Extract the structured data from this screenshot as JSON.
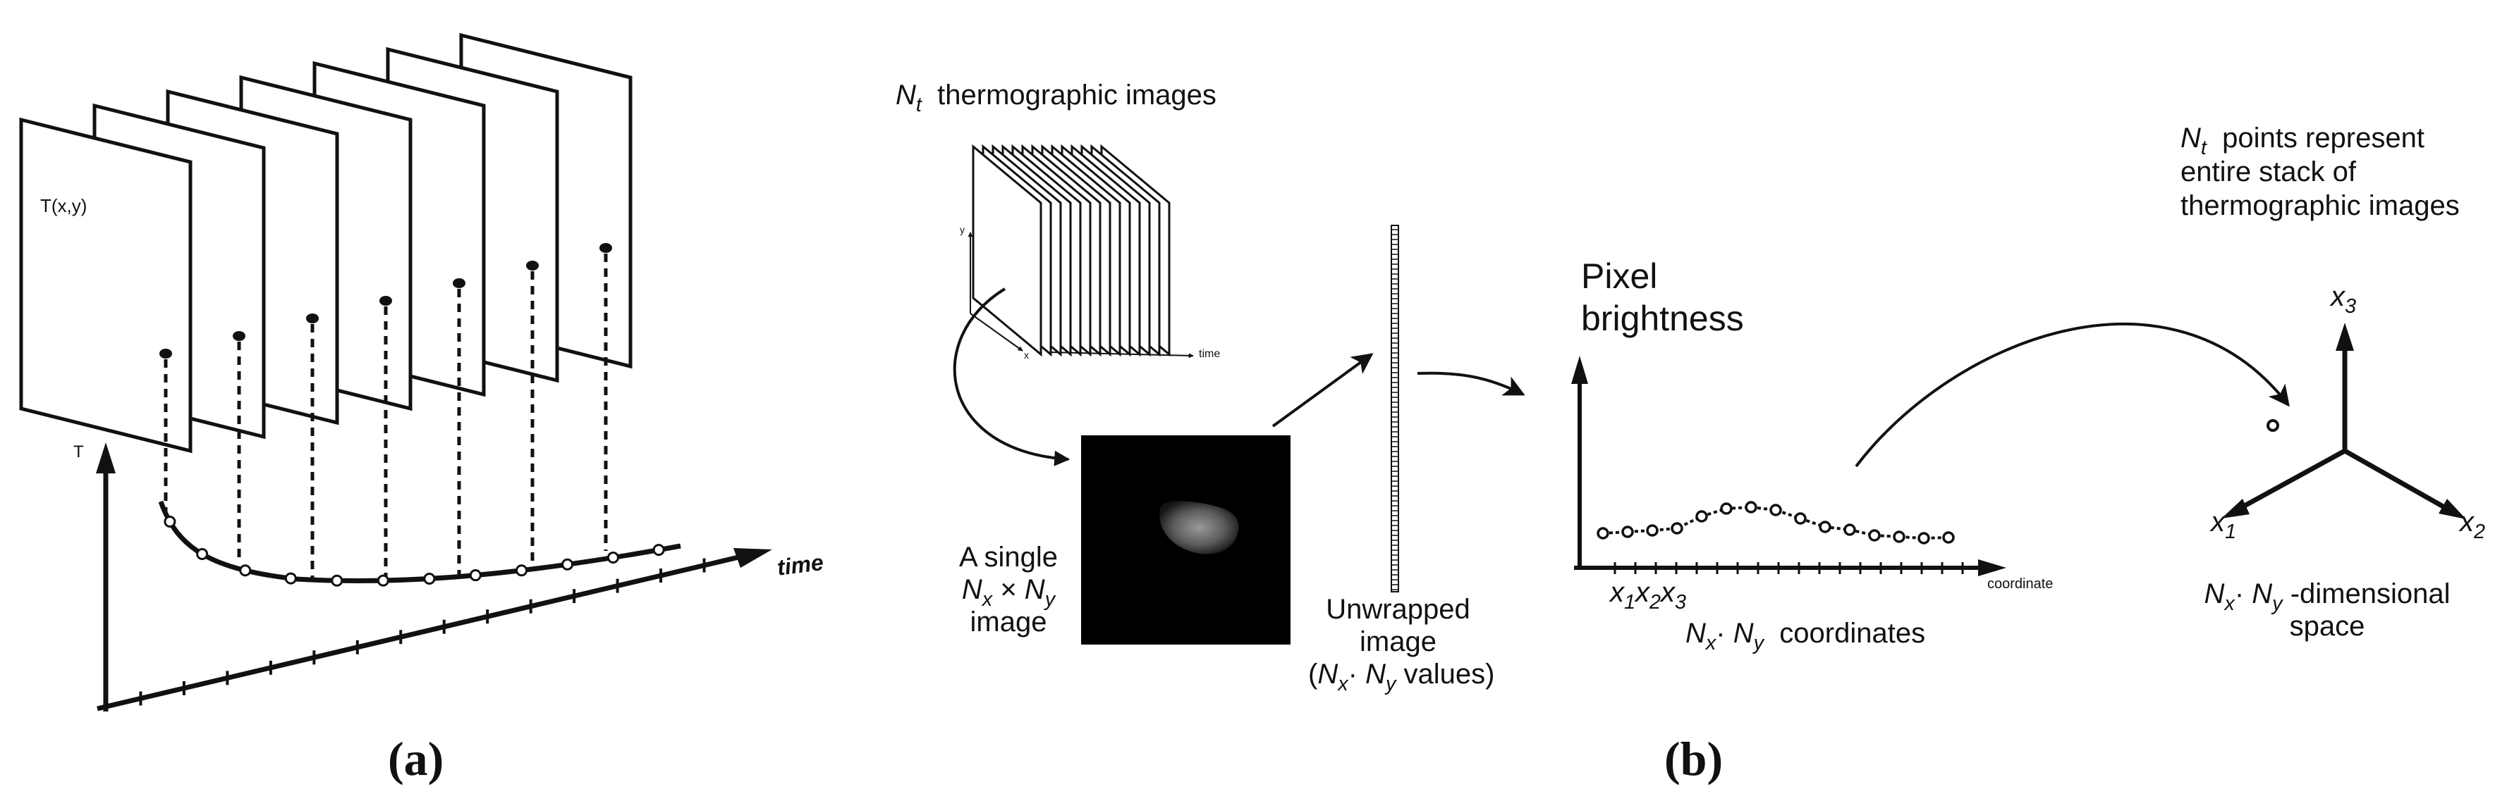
{
  "panel_a": {
    "caption": "(a)",
    "frame_label": "T(x,y)",
    "axis_t_label": "T",
    "axis_time_label": "time",
    "frame_count": 7,
    "curve_point_count": 12
  },
  "panel_b": {
    "caption": "(b)",
    "stack": {
      "title_sym": "N",
      "title_sub": "t",
      "title_rest": "thermographic images",
      "axis_y": "y",
      "axis_x": "x",
      "axis_time": "time",
      "slice_count": 14
    },
    "single_image": {
      "line1": "A single",
      "sym_a": "N",
      "sub_a": "x",
      "times": "×",
      "sym_b": "N",
      "sub_b": "y",
      "line3": "image"
    },
    "unwrapped": {
      "line1": "Unwrapped",
      "line2": "image",
      "paren_open": "(",
      "sym_a": "N",
      "sub_a": "x",
      "dot": "·",
      "sym_b": "N",
      "sub_b": "y",
      "rest": "values)"
    },
    "brightness_plot": {
      "ylabel_line1": "Pixel",
      "ylabel_line2": "brightness",
      "xlabel": "coordinate",
      "tick_sym": "x",
      "tick_subs": [
        "1",
        "2",
        "3"
      ],
      "coord_sym_a": "N",
      "coord_sub_a": "x",
      "coord_dot": "·",
      "coord_sym_b": "N",
      "coord_sub_b": "y",
      "coord_rest": "coordinates"
    },
    "space": {
      "note_sym": "N",
      "note_sub": "t",
      "note_line1_rest": "points represent",
      "note_line2": "entire stack of",
      "note_line3": "thermographic images",
      "axis_sym": "x",
      "axis_subs": [
        "3",
        "1",
        "2"
      ],
      "dim_sym_a": "N",
      "dim_sub_a": "x",
      "dim_dot": "·",
      "dim_sym_b": "N",
      "dim_sub_b": "y",
      "dim_rest": "-dimensional",
      "dim_line2": "space"
    }
  }
}
